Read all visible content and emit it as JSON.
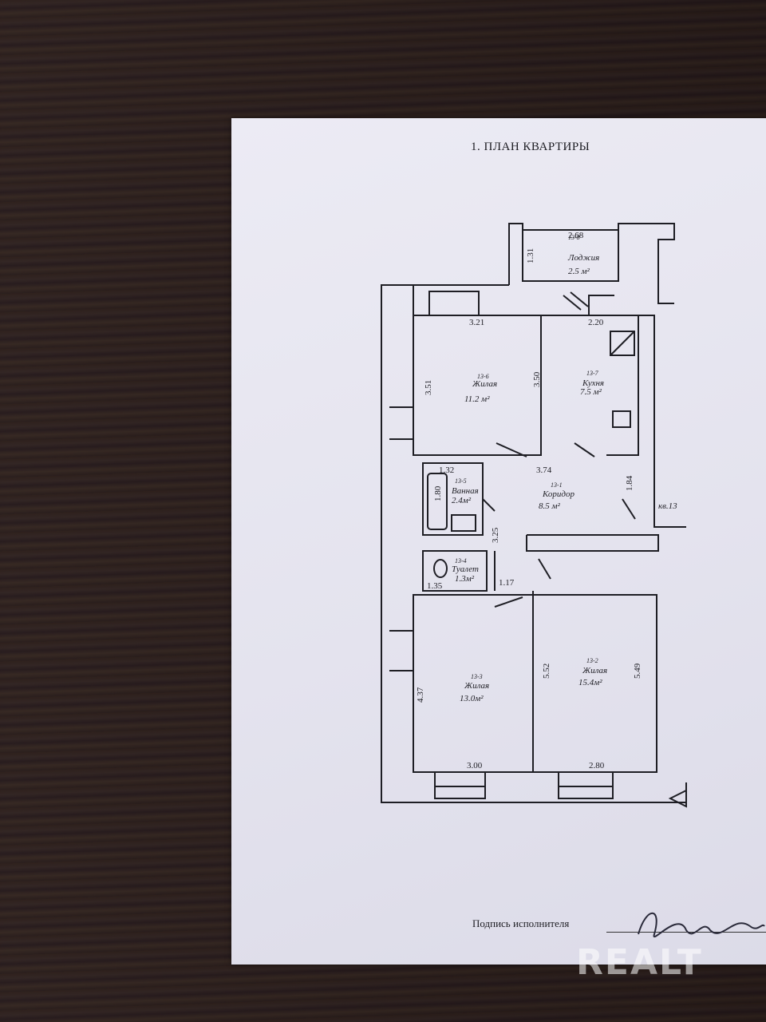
{
  "page": {
    "title": "1.  ПЛАН КВАРТИРЫ",
    "signature_label": "Подпись исполнителя",
    "watermark": "REALT",
    "apartment_label": "кв.13"
  },
  "rooms": {
    "loggia": {
      "code": "13-8",
      "name": "Лоджия",
      "area": "2.5 м²"
    },
    "living1": {
      "code": "13-6",
      "name": "Жилая",
      "area": "11.2 м²"
    },
    "kitchen": {
      "code": "13-7",
      "name": "Кухня",
      "area": "7.5 м²"
    },
    "bath": {
      "code": "13-5",
      "name": "Ванная",
      "area": "2.4м²"
    },
    "corridor": {
      "code": "13-1",
      "name": "Коридор",
      "area": "8.5  м²"
    },
    "toilet": {
      "code": "13-4",
      "name": "Туалет",
      "area": "1.3м²"
    },
    "living3": {
      "code": "13-3",
      "name": "Жилая",
      "area": "13.0м²"
    },
    "living2": {
      "code": "13-2",
      "name": "Жилая",
      "area": "15.4м²"
    }
  },
  "dimensions": {
    "loggia_w": "2.68",
    "loggia_h": "1.31",
    "l1_w": "3.21",
    "l1_h": "3.51",
    "l1_h2": "3.50",
    "k_w": "2.20",
    "corr_w": "3.74",
    "corr_h": "1.84",
    "corr_h2": "3.25",
    "bath_w": "1.32",
    "bath_h": "1.80",
    "toilet_w": "1.35",
    "hall_w": "1.17",
    "l3_h": "4.37",
    "l3_w": "3.00",
    "l2_hl": "5.52",
    "l2_hr": "5.49",
    "l2_w": "2.80"
  }
}
